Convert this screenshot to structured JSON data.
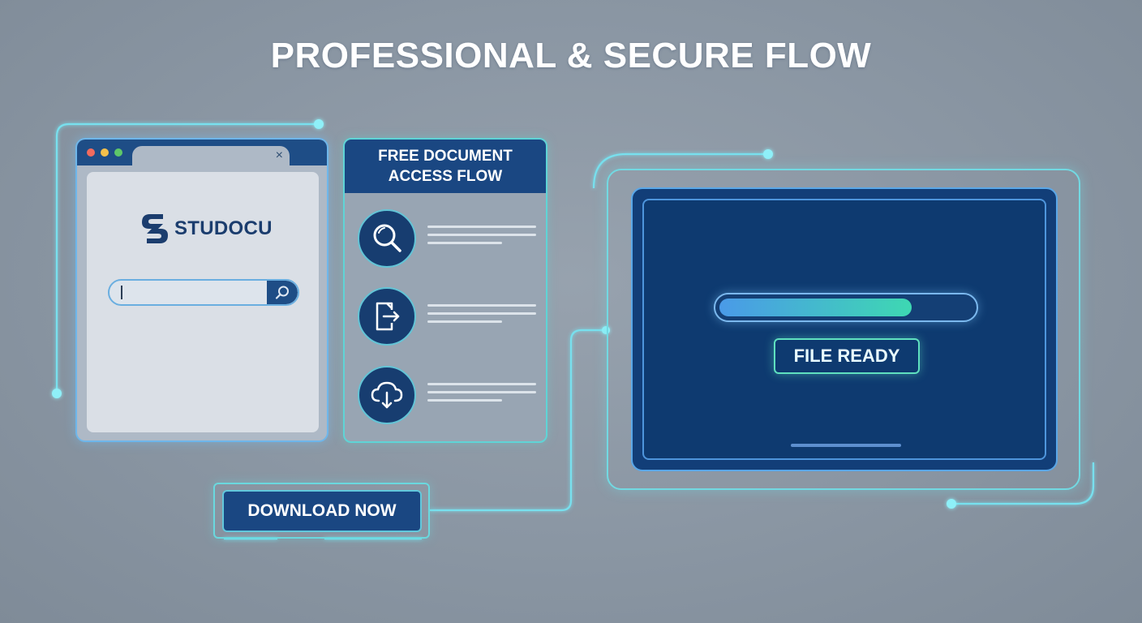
{
  "title": "PROFESSIONAL & SECURE FLOW",
  "browser": {
    "close_symbol": "×",
    "logo_text": "STUDOCU",
    "search": {
      "value": "",
      "placeholder": "",
      "icon": "search-icon"
    }
  },
  "flow_panel": {
    "header_line1": "FREE DOCUMENT",
    "header_line2": "ACCESS FLOW",
    "steps": [
      {
        "icon": "search-icon"
      },
      {
        "icon": "document-export-icon"
      },
      {
        "icon": "cloud-download-icon"
      }
    ]
  },
  "download_button": {
    "label": "DOWNLOAD NOW"
  },
  "tablet": {
    "progress": 0.76,
    "status": "FILE READY"
  },
  "colors": {
    "navy": "#1a4782",
    "glow_cyan": "#72d9e2",
    "progress_start": "#4a9ae8",
    "progress_end": "#3ed8b2"
  }
}
